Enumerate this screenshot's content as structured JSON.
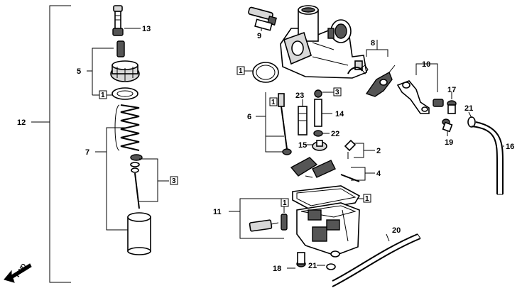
{
  "callouts": [
    "13",
    "5",
    "12",
    "7",
    "9",
    "8",
    "10",
    "17",
    "21",
    "19",
    "16",
    "6",
    "23",
    "14",
    "22",
    "15",
    "2",
    "4",
    "11",
    "20",
    "21",
    "18"
  ],
  "boxed": [
    "1",
    "1",
    "3",
    "3",
    "1",
    "1",
    "1"
  ],
  "fwd_label": "FWD"
}
